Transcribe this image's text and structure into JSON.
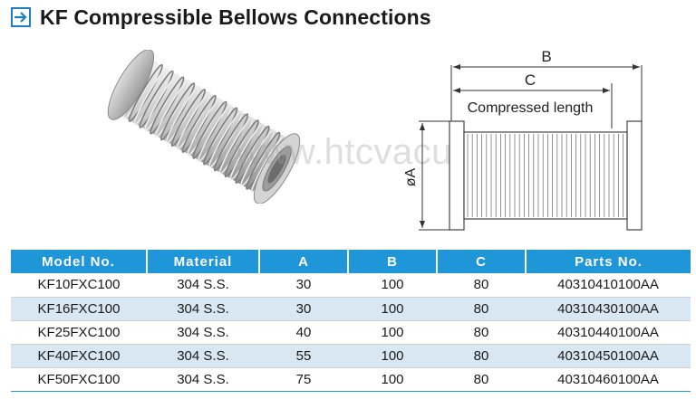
{
  "header": {
    "title": "KF Compressible Bellows Connections",
    "icon": "arrow-right-icon",
    "accent": "#1b7fc1"
  },
  "watermark": "www.htcvacuum.com",
  "diagram": {
    "label_b": "B",
    "label_c": "C",
    "label_compressed": "Compressed length",
    "label_a": "øA"
  },
  "table": {
    "header_color": "#1e96d8",
    "alt_row_color": "#d9e7f2",
    "columns": [
      "Model No.",
      "Material",
      "A",
      "B",
      "C",
      "Parts No."
    ],
    "rows": [
      [
        "KF10FXC100",
        "304 S.S.",
        "30",
        "100",
        "80",
        "40310410100AA"
      ],
      [
        "KF16FXC100",
        "304 S.S.",
        "30",
        "100",
        "80",
        "40310430100AA"
      ],
      [
        "KF25FXC100",
        "304 S.S.",
        "40",
        "100",
        "80",
        "40310440100AA"
      ],
      [
        "KF40FXC100",
        "304 S.S.",
        "55",
        "100",
        "80",
        "40310450100AA"
      ],
      [
        "KF50FXC100",
        "304 S.S.",
        "75",
        "100",
        "80",
        "40310460100AA"
      ]
    ]
  }
}
